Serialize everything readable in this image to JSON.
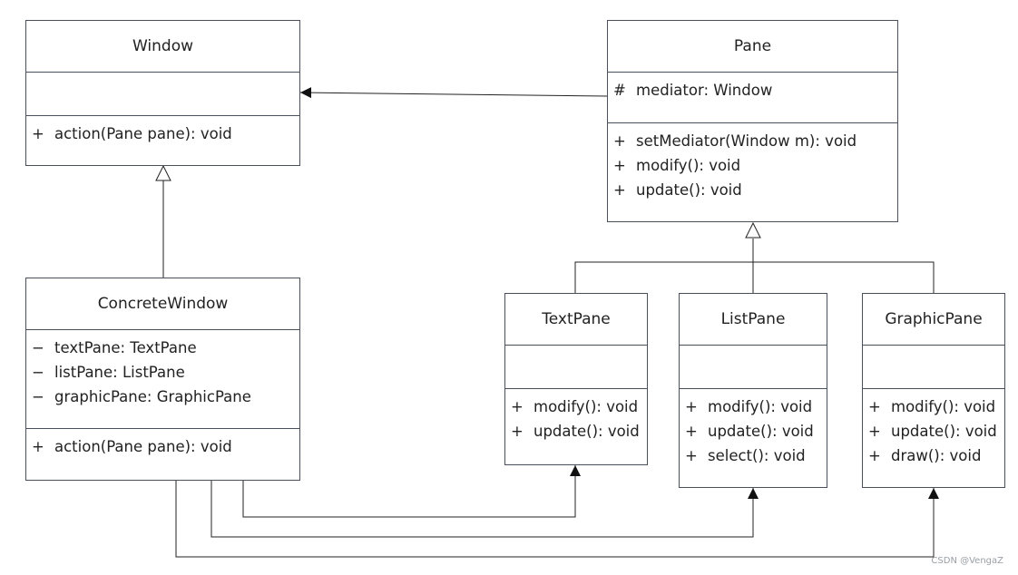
{
  "classes": {
    "window": {
      "name": "Window",
      "methods": [
        {
          "vis": "+",
          "text": "action(Pane pane): void"
        }
      ]
    },
    "pane": {
      "name": "Pane",
      "attributes": [
        {
          "vis": "#",
          "text": "mediator: Window"
        }
      ],
      "methods": [
        {
          "vis": "+",
          "text": "setMediator(Window m): void"
        },
        {
          "vis": "+",
          "text": "modify(): void"
        },
        {
          "vis": "+",
          "text": "update(): void"
        }
      ]
    },
    "concrete_window": {
      "name": "ConcreteWindow",
      "attributes": [
        {
          "vis": "−",
          "text": "textPane: TextPane"
        },
        {
          "vis": "−",
          "text": "listPane: ListPane"
        },
        {
          "vis": "−",
          "text": "graphicPane: GraphicPane"
        }
      ],
      "methods": [
        {
          "vis": "+",
          "text": "action(Pane pane): void"
        }
      ]
    },
    "text_pane": {
      "name": "TextPane",
      "methods": [
        {
          "vis": "+",
          "text": "modify(): void"
        },
        {
          "vis": "+",
          "text": "update(): void"
        }
      ]
    },
    "list_pane": {
      "name": "ListPane",
      "methods": [
        {
          "vis": "+",
          "text": "modify(): void"
        },
        {
          "vis": "+",
          "text": "update(): void"
        },
        {
          "vis": "+",
          "text": "select(): void"
        }
      ]
    },
    "graphic_pane": {
      "name": "GraphicPane",
      "methods": [
        {
          "vis": "+",
          "text": "modify(): void"
        },
        {
          "vis": "+",
          "text": "update(): void"
        },
        {
          "vis": "+",
          "text": "draw(): void"
        }
      ]
    }
  },
  "watermark": "CSDN @VengaZ",
  "colors": {
    "line": "#4a4f5c",
    "arrow": "#111111"
  }
}
